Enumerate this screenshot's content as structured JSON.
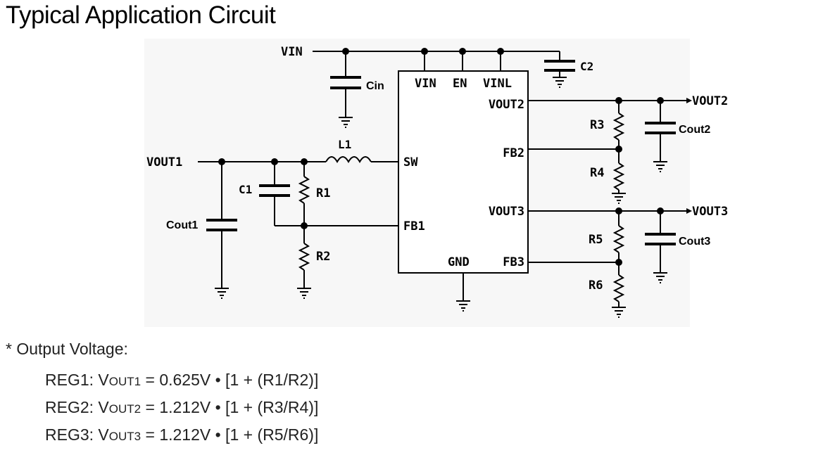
{
  "title": "Typical Application Circuit",
  "schematic": {
    "nets": {
      "vin": "VIN",
      "vout1": "VOUT1",
      "vout2": "VOUT2",
      "vout3": "VOUT3"
    },
    "ic_pins": {
      "vin": "VIN",
      "en": "EN",
      "vinl": "VINL",
      "vout2": "VOUT2",
      "fb2": "FB2",
      "sw": "SW",
      "fb1": "FB1",
      "vout3": "VOUT3",
      "gnd": "GND",
      "fb3": "FB3"
    },
    "components": {
      "cin": "Cin",
      "c2": "C2",
      "l1": "L1",
      "c1": "C1",
      "r1": "R1",
      "r2": "R2",
      "cout1": "Cout1",
      "r3": "R3",
      "r4": "R4",
      "cout2": "Cout2",
      "r5": "R5",
      "r6": "R6",
      "cout3": "Cout3"
    }
  },
  "notes": {
    "heading": "* Output Voltage:",
    "equations": [
      {
        "reg": "REG1:",
        "v": "V",
        "sub": "OUT1",
        "rest": " = 0.625V • [1 + (R1/R2)]"
      },
      {
        "reg": "REG2:",
        "v": "V",
        "sub": "OUT2",
        "rest": " = 1.212V • [1 + (R3/R4)]"
      },
      {
        "reg": "REG3:",
        "v": "V",
        "sub": "OUT3",
        "rest": " = 1.212V • [1 + (R5/R6)]"
      }
    ]
  }
}
